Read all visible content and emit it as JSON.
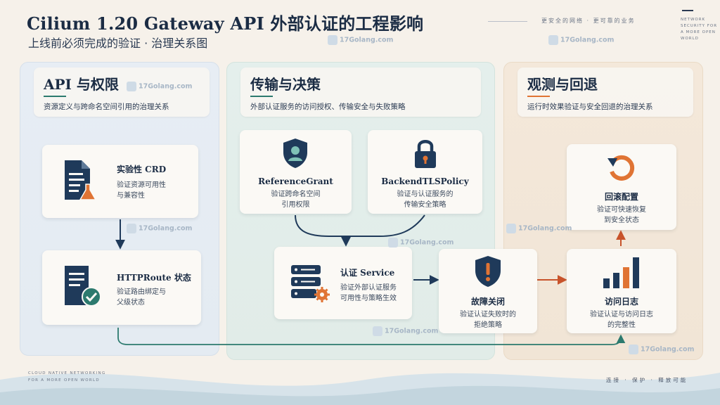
{
  "header": {
    "title": "Cilium 1.20 Gateway API 外部认证的工程影响",
    "subtitle": "上线前必须完成的验证 · 治理关系图",
    "tagline": "更安全的网络 · 更可靠的业务",
    "corner_text": "NETWORK SECURITY FOR A MORE OPEN WORLD"
  },
  "footer": {
    "left_text": "CLOUD NATIVE NETWORKING FOR A MORE OPEN WORLD",
    "right_text": "连接 · 保护 · 释放可能"
  },
  "watermark": "17Golang.com",
  "colors": {
    "navy": "#1f3a5a",
    "teal": "#2c7a6e",
    "orange": "#e07434",
    "rust": "#c8532b"
  },
  "columns": [
    {
      "title": "API 与权限",
      "description": "资源定义与跨命名空间引用的治理关系",
      "accent": "#2c7a6e",
      "cards": [
        {
          "title": "实验性 CRD",
          "lines": [
            "验证资源可用性",
            "与兼容性"
          ],
          "icon": "document-flask-icon"
        },
        {
          "title": "HTTPRoute 状态",
          "lines": [
            "验证路由绑定与",
            "父级状态"
          ],
          "icon": "document-check-icon"
        }
      ]
    },
    {
      "title": "传输与决策",
      "description": "外部认证服务的访问授权、传输安全与失败策略",
      "accent": "#2c7a6e",
      "cards": [
        {
          "title": "ReferenceGrant",
          "lines": [
            "验证跨命名空间",
            "引用权限"
          ],
          "icon": "shield-user-icon"
        },
        {
          "title": "BackendTLSPolicy",
          "lines": [
            "验证与认证服务的",
            "传输安全策略"
          ],
          "icon": "padlock-icon"
        },
        {
          "title": "认证 Service",
          "lines": [
            "验证外部认证服务",
            "可用性与策略生效"
          ],
          "icon": "server-gear-icon"
        },
        {
          "title": "故障关闭",
          "lines": [
            "验证认证失败时的",
            "拒绝策略"
          ],
          "icon": "shield-alert-icon"
        }
      ]
    },
    {
      "title": "观测与回退",
      "description": "运行时效果验证与安全回退的治理关系",
      "accent": "#e07434",
      "cards": [
        {
          "title": "回滚配置",
          "lines": [
            "验证可快速恢复",
            "到安全状态"
          ],
          "icon": "rollback-icon"
        },
        {
          "title": "访问日志",
          "lines": [
            "验证认证与访问日志",
            "的完整性"
          ],
          "icon": "bar-chart-icon"
        }
      ]
    }
  ]
}
